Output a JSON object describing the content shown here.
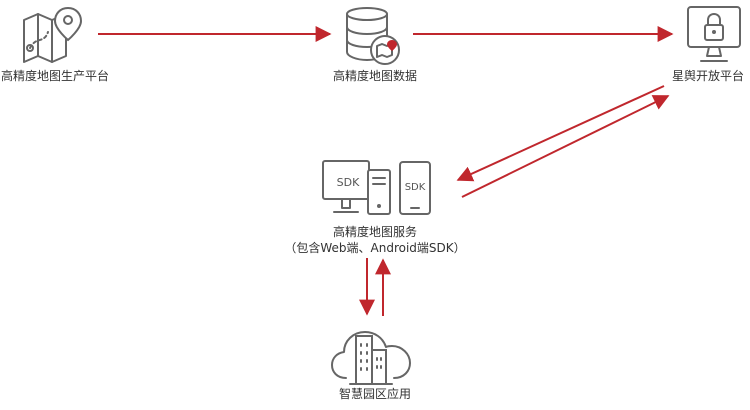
{
  "nodes": {
    "production_platform": {
      "label": "高精度地图生产平台"
    },
    "map_data": {
      "label": "高精度地图数据"
    },
    "open_platform": {
      "label": "星舆开放平台"
    },
    "map_service": {
      "label_line1": "高精度地图服务",
      "label_line2": "（包含Web端、Android端SDK）",
      "sdk_desktop": "SDK",
      "sdk_mobile": "SDK"
    },
    "park_app": {
      "label": "智慧园区应用"
    }
  },
  "colors": {
    "arrow": "#c0272d",
    "icon": "#666666",
    "accent": "#c0272d",
    "text": "#333333"
  }
}
